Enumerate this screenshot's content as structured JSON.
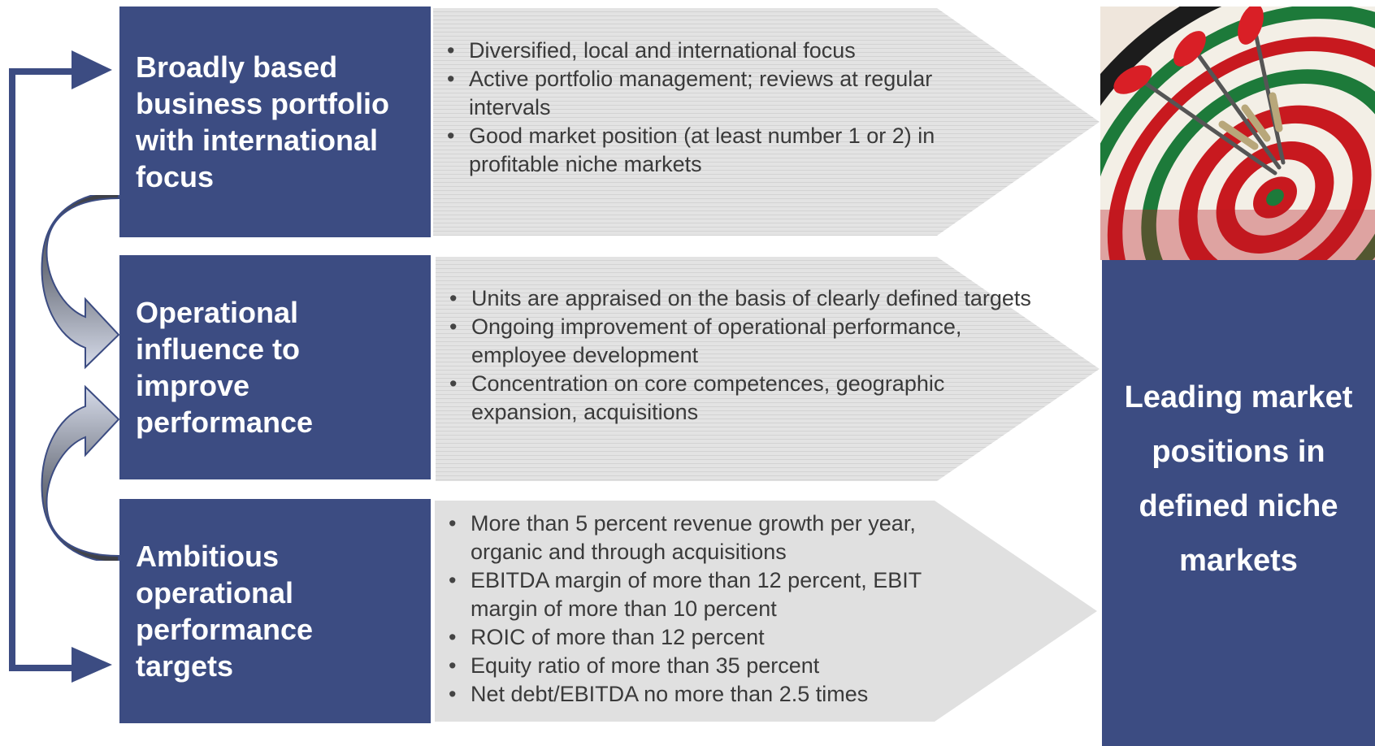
{
  "pillars": [
    {
      "title": "Broadly based\nbusiness portfolio\nwith international\nfocus"
    },
    {
      "title": "Operational\ninfluence to\nimprove\nperformance"
    },
    {
      "title": "Ambitious\noperational\nperformance\ntargets"
    }
  ],
  "bullet_groups": [
    {
      "items": [
        "Diversified, local and international focus",
        "Active portfolio management; reviews at regular intervals",
        "Good market position (at least number 1 or 2) in profitable niche markets"
      ]
    },
    {
      "items": [
        "Units are appraised on the basis of clearly defined targets",
        "Ongoing improvement of operational performance, employee development",
        "Concentration on core competences, geographic expansion, acquisitions"
      ]
    },
    {
      "items": [
        "More than 5 percent revenue growth per year, organic and through acquisitions",
        "EBITDA margin of more than 12 percent, EBIT margin of more than 10 percent",
        "ROIC of more than 12 percent",
        "Equity ratio of more than 35 percent",
        "Net debt/EBITDA no more than 2.5 times"
      ]
    }
  ],
  "goal": {
    "text": "Leading market positions in defined niche markets"
  },
  "image": {
    "icon": "dartboard-target-icon"
  },
  "colors": {
    "navy": "#3c4c82",
    "arrow_fill": "#e0e0e0",
    "text": "#3a3a3a"
  }
}
